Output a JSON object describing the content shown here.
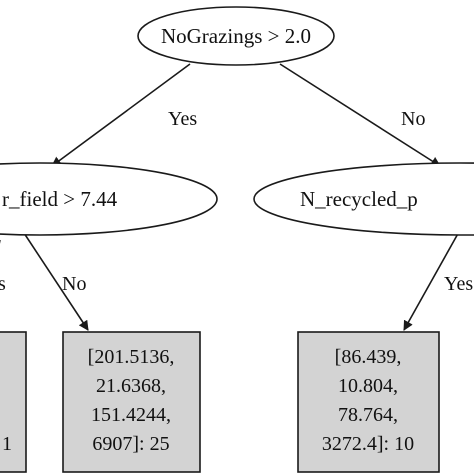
{
  "diagram": {
    "type": "decision-tree",
    "colors": {
      "line": "#1a1a1a",
      "node_fill": "#ffffff",
      "leaf_fill": "#d3d3d3",
      "text": "#111111"
    },
    "root": {
      "label": "NoGrazings > 2.0"
    },
    "left_node": {
      "label": "r_field > 7.44"
    },
    "right_node": {
      "label": "N_recycled_p"
    },
    "edges": {
      "root_left": "Yes",
      "root_right": "No",
      "left_left": "s",
      "left_right": "No",
      "right_left": "Yes"
    },
    "leaves": {
      "left_left": {
        "lines": [
          "",
          "",
          "",
          "1"
        ]
      },
      "left_right": {
        "lines": [
          "[201.5136,",
          "21.6368,",
          "151.4244,",
          "6907]: 25"
        ]
      },
      "right_left": {
        "lines": [
          "[86.439,",
          "10.804,",
          "78.764,",
          "3272.4]: 10"
        ]
      },
      "right_right": {
        "lines": []
      }
    }
  }
}
